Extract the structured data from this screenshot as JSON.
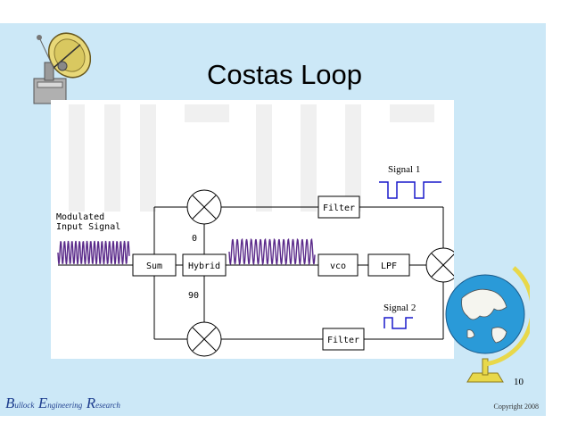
{
  "slide": {
    "title": "Costas Loop",
    "page_number": "10",
    "footer_copyright": "Copyright  2008",
    "footer_brand": [
      {
        "initial": "B",
        "rest": "ullock"
      },
      {
        "initial": "E",
        "rest": "ngineering"
      },
      {
        "initial": "R",
        "rest": "esearch"
      }
    ]
  },
  "diagram": {
    "input_label_line1": "Modulated",
    "input_label_line2": "Input Signal",
    "blocks": {
      "sum": "Sum",
      "hybrid": "Hybrid",
      "filter_top": "Filter",
      "vco": "vco",
      "lpf": "LPF",
      "filter_bottom": "Filter"
    },
    "phase_0": "0",
    "phase_90": "90",
    "signal1_label": "Signal 1",
    "signal2_label": "Signal 2"
  },
  "colors": {
    "slide_background": "#cce8f7",
    "footer_text": "#1f3f8f",
    "waveform": "#5a2a8a",
    "signal_square_wave": "#1a1acc"
  },
  "icons": [
    "satellite-dish-icon",
    "globe-icon"
  ]
}
